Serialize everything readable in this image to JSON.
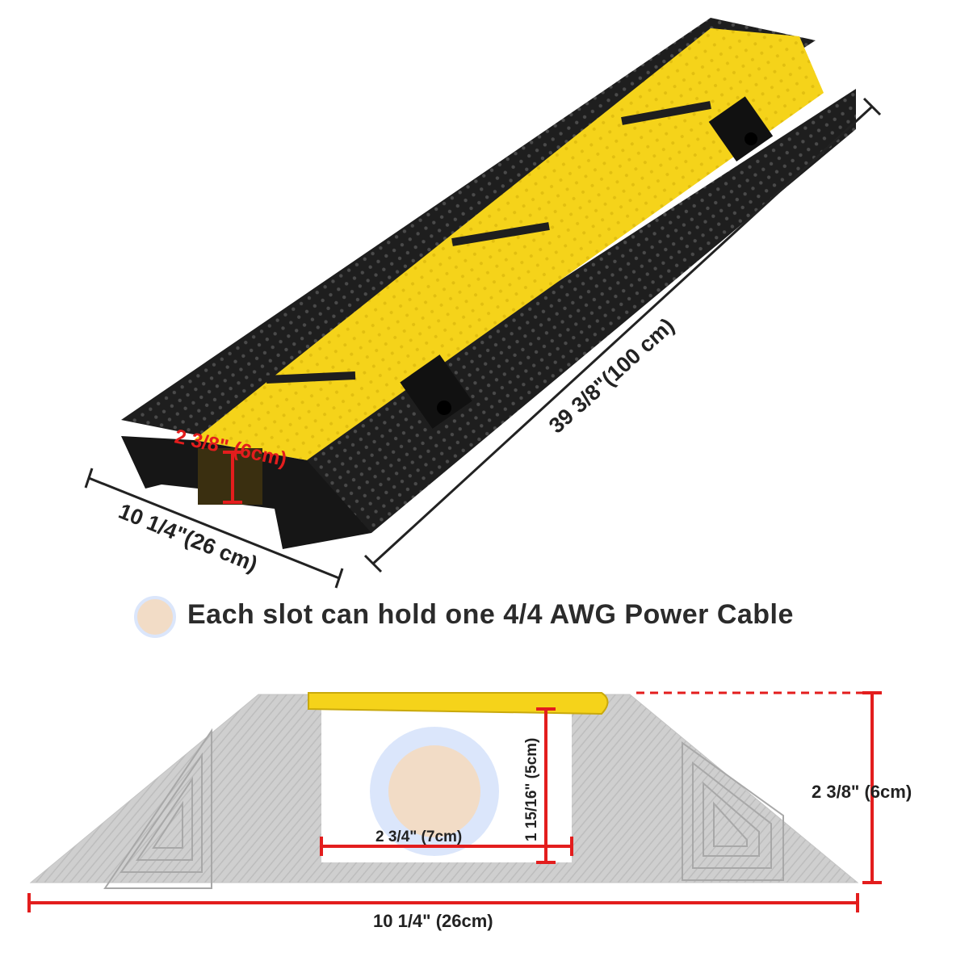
{
  "colors": {
    "yellow": "#f5d31a",
    "rubber": "#1e1e1e",
    "accent_red": "#e31d1d",
    "cross_section_grey": "#cfcfcf",
    "cable_fill": "#f2dcc6",
    "cable_ring": "#dbe6fb"
  },
  "top_view": {
    "length_label": "39 3/8\"(100 cm)",
    "width_label": "10 1/4\"(26 cm)",
    "slot_height_label": "2 3/8\" (6cm)"
  },
  "caption": {
    "icon": "cable-circle-icon",
    "text": "Each slot can hold one 4/4 AWG Power Cable"
  },
  "cross_section": {
    "height_label": "2 3/8\"  (6cm)",
    "slot_height_label": "1 15/16\"  (5cm)",
    "slot_width_label": "2 3/4\"  (7cm)",
    "base_width_label": "10 1/4\"  (26cm)"
  }
}
